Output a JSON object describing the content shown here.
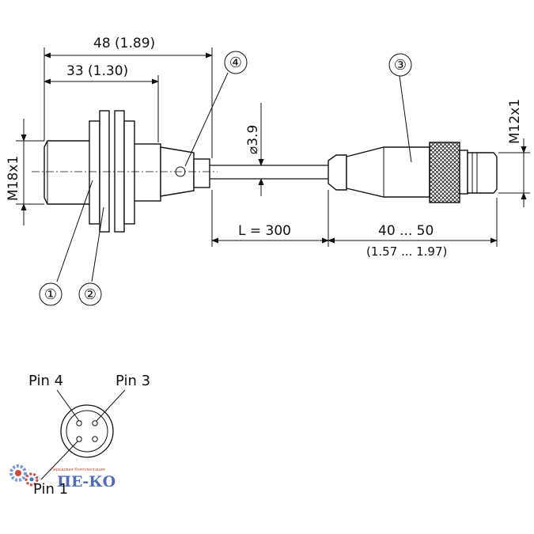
{
  "dimensions": {
    "length_total": "48 (1.89)",
    "length_thread": "33 (1.30)",
    "thread_sensor": "M18x1",
    "thread_connector": "M12x1",
    "cable_diameter": "⌀3.9",
    "cable_length": "L = 300",
    "connector_length": "40 ... 50",
    "connector_length_inch": "(1.57 ... 1.97)"
  },
  "callouts": [
    "①",
    "②",
    "③",
    "④"
  ],
  "pin_labels": {
    "pin4": "Pin 4",
    "pin3": "Pin 3",
    "pin1": "Pin 1"
  },
  "watermark": {
    "name": "ПЕ-КО",
    "tagline": "Передовая Комплектация"
  },
  "colors": {
    "line": "#111111",
    "watermark_blue": "#3a5db5",
    "watermark_red": "#c0392b"
  }
}
